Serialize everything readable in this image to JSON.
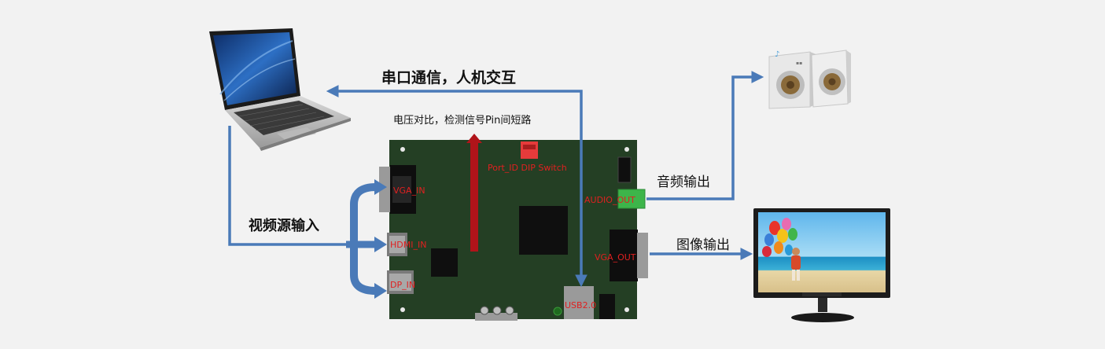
{
  "labels": {
    "serial_comm": "串口通信，人机交互",
    "voltage_compare": "电压对比，检测信号Pin间短路",
    "video_source": "视频源输入",
    "audio_output": "音频输出",
    "image_output": "图像输出"
  },
  "board_labels": {
    "vga_in": "VGA_IN",
    "hdmi_in": "HDMI_IN",
    "dp_in": "DP_IN",
    "port_id": "Port_ID DIP Switch",
    "audio_out": "AUDIO_OUT",
    "vga_out": "VGA_OUT",
    "usb": "USB2.0"
  },
  "colors": {
    "arrow_blue": "#4a7ab8",
    "arrow_red": "#b0141a",
    "board_green": "#243f24",
    "board_text_red": "#e02020",
    "background": "#f2f2f2"
  }
}
